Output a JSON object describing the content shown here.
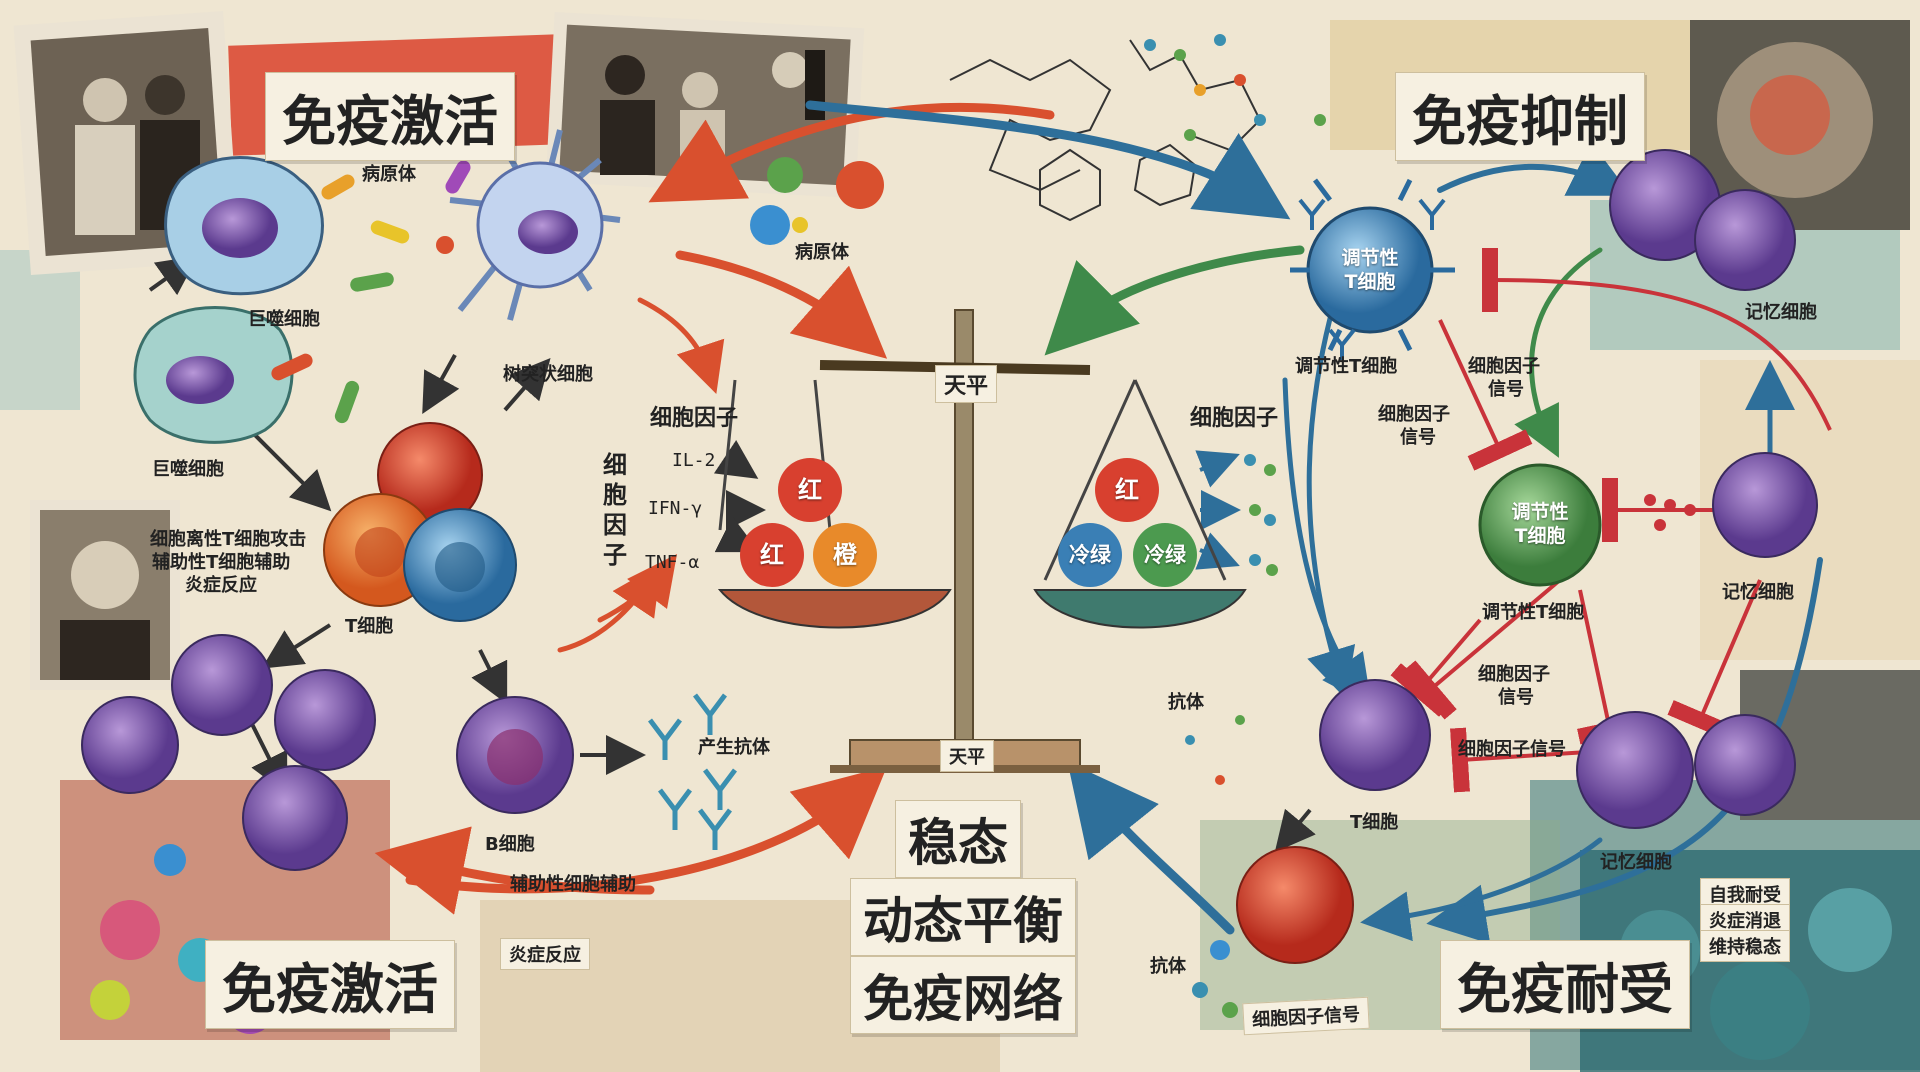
{
  "titles": {
    "activation_top": "免疫激活",
    "activation_bottom": "免疫激活",
    "suppression": "免疫抑制",
    "tolerance": "免疫耐受",
    "center_line1": "稳态",
    "center_line2": "动态平衡",
    "center_line3": "免疫网络"
  },
  "scale": {
    "top_label": "天平",
    "base_label": "天平",
    "left_pan": [
      "红",
      "红",
      "橙"
    ],
    "right_pan": [
      "红",
      "冷绿",
      "冷绿"
    ]
  },
  "left_labels": {
    "pathogen1": "病原体",
    "pathogen2": "病原体",
    "macrophage1": "巨噬细胞",
    "macrophage2": "巨噬细胞",
    "dendritic": "树突状细胞",
    "cytokine": "细胞因子",
    "cytokine_vertical": "细胞因子",
    "il2": "IL-2",
    "ifn": "IFN-γ",
    "tnf": "TNF-α",
    "tcell_note_line1": "细胞离性T细胞攻击",
    "tcell_note_line2": "辅助性T细胞辅助",
    "tcell_note_line3": "炎症反应",
    "tcell": "T细胞",
    "bcell": "B细胞",
    "antibody_prod": "产生抗体",
    "helper": "辅助性细胞辅助",
    "inflammation": "炎症反应"
  },
  "right_labels": {
    "treg1_line1": "调节性",
    "treg1_line2": "T细胞",
    "treg1_caption": "调节性T细胞",
    "memory1": "记忆细胞",
    "cytokine": "细胞因子",
    "signal1_line1": "细胞因子",
    "signal1_line2": "信号",
    "signal2_line1": "细胞因子",
    "signal2_line2": "信号",
    "treg2_line1": "调节性",
    "treg2_line2": "T细胞",
    "treg2_caption": "调节性T细胞",
    "memory2": "记忆细胞",
    "signal3_line1": "细胞因子",
    "signal3_line2": "信号",
    "antibody1": "抗体",
    "signal4": "细胞因子信号",
    "tcell": "T细胞",
    "memory3": "记忆细胞",
    "tolerance_line1": "自我耐受",
    "tolerance_line2": "炎症消退",
    "tolerance_line3": "维持稳态",
    "antibody2": "抗体",
    "signal5": "细胞因子信号"
  },
  "colors": {
    "activation_arrow": "#d9502e",
    "suppression_arrow": "#2e6f9a",
    "green_arrow": "#3f8a4a",
    "inhibit_line": "#c9333a",
    "red_ball": "#d8402f",
    "orange_ball": "#e88a2a",
    "green_ball": "#4c9a4f",
    "blue_ball": "#3a7fb5",
    "paper": "#efe6d2"
  }
}
